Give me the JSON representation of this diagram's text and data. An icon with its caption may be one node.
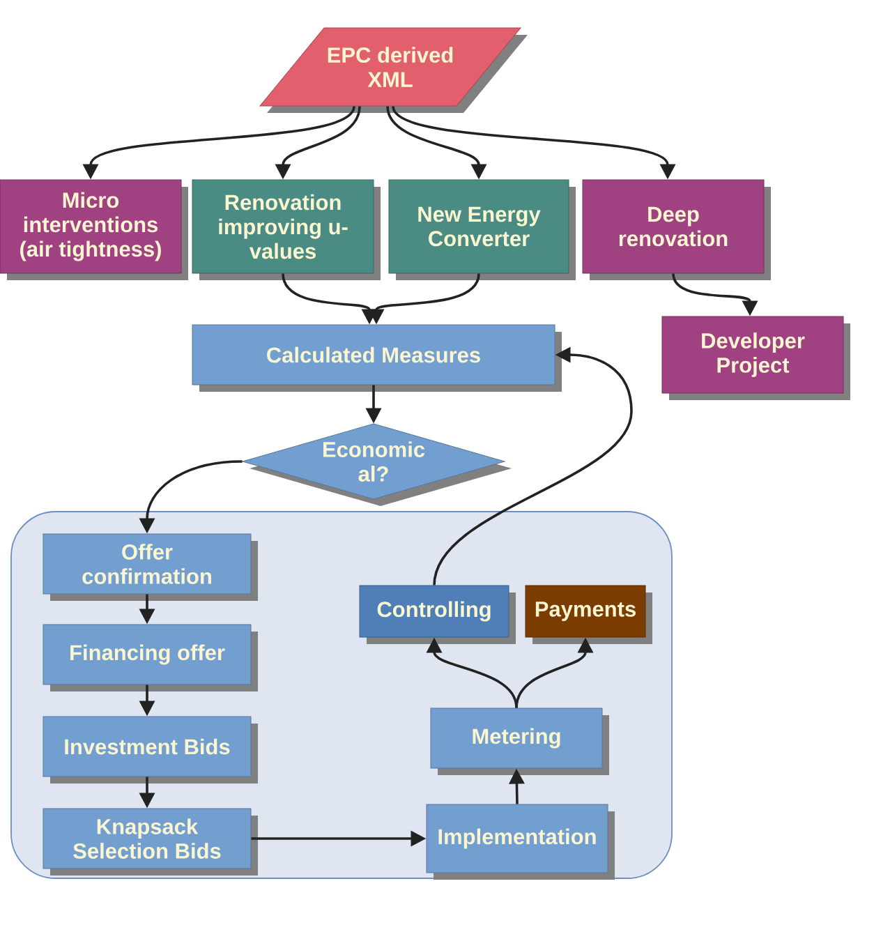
{
  "diagram": {
    "nodes": [
      {
        "text": [
          "EPC derived XML"
        ]
      },
      {
        "text": [
          "Micro interventions (air tightness)"
        ]
      },
      {
        "text": [
          "Renovation improving u- values"
        ]
      },
      {
        "text": [
          "New Energy Converter"
        ]
      },
      {
        "text": [
          "Deep renovation"
        ]
      },
      {
        "text": [
          "Calculated Measures"
        ]
      },
      {
        "text": [
          "Developer Project"
        ]
      },
      {
        "text": [
          "Economic al?"
        ]
      },
      {
        "text": [],
        "shape": "box"
      },
      {
        "text": [
          "Offer confirmation"
        ],
        "in": 8
      },
      {
        "text": [
          "Financing offer"
        ],
        "in": 8
      },
      {
        "text": [
          "Investment Bids"
        ],
        "in": 8
      },
      {
        "text": [
          "Knapsack Selection Bids"
        ],
        "in": 8
      },
      {
        "text": [
          "Controlling"
        ],
        "in": 8
      },
      {
        "text": [
          "Payments"
        ],
        "in": 8
      },
      {
        "text": [
          "Metering"
        ],
        "in": 8
      },
      {
        "text": [
          "Implementation"
        ],
        "in": 8
      }
    ],
    "edges": [
      {
        "from": 0,
        "to": 1,
        "arrow": "to"
      },
      {
        "from": 0,
        "to": 2,
        "arrow": "to"
      },
      {
        "from": 0,
        "to": 3,
        "arrow": "to"
      },
      {
        "from": 0,
        "to": 4,
        "arrow": "to"
      },
      {
        "from": 2,
        "to": 5,
        "arrow": "to"
      },
      {
        "from": 3,
        "to": 5,
        "arrow": "to"
      },
      {
        "from": 4,
        "to": 6,
        "arrow": "to"
      },
      {
        "from": 5,
        "to": 7,
        "arrow": "to"
      },
      {
        "from": 7,
        "to": 9,
        "arrow": "to"
      },
      {
        "from": 9,
        "to": 10,
        "arrow": "to"
      },
      {
        "from": 10,
        "to": 11,
        "arrow": "to"
      },
      {
        "from": 11,
        "to": 12,
        "arrow": "to"
      },
      {
        "from": 12,
        "to": 16,
        "arrow": "to"
      },
      {
        "from": 16,
        "to": 15,
        "arrow": "to"
      },
      {
        "from": 15,
        "to": 13,
        "arrow": "to"
      },
      {
        "from": 15,
        "to": 14,
        "arrow": "to"
      },
      {
        "from": 13,
        "to": 5,
        "arrow": "to"
      }
    ]
  }
}
